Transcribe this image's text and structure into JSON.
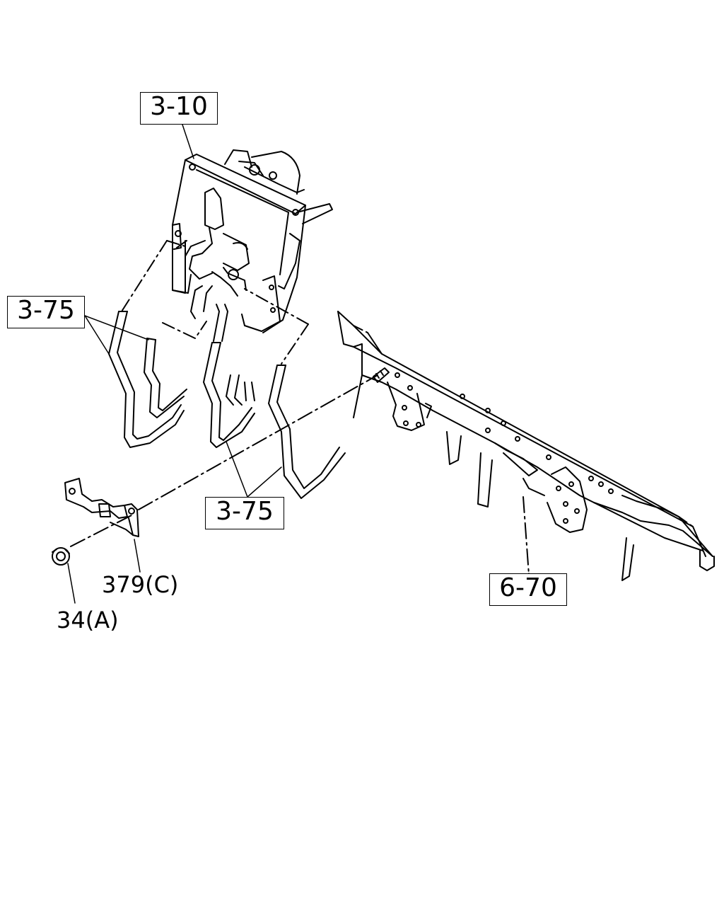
{
  "labels": {
    "ref_3_10": "3-10",
    "ref_3_75_left": "3-75",
    "ref_3_75_bottom": "3-75",
    "ref_6_70": "6-70",
    "part_379": "379(C)",
    "part_34": "34(A)"
  }
}
